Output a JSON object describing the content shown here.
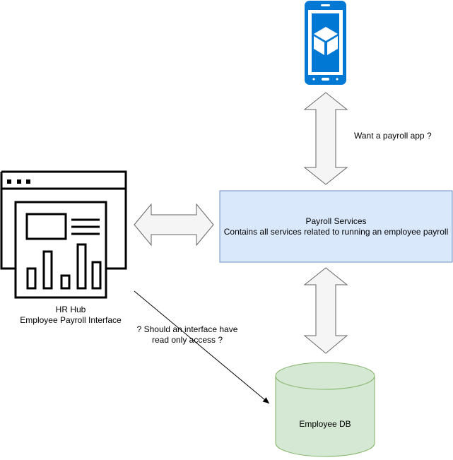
{
  "nodes": {
    "mobile_app": {
      "icon": "mobile-phone-icon"
    },
    "hr_hub": {
      "icon": "web-dashboard-icon",
      "title": "HR Hub",
      "subtitle": "Employee Payroll Interface"
    },
    "payroll_services": {
      "title": "Payroll Services",
      "subtitle": "Contains all services related to running an employee payroll",
      "fill": "#dae8fc",
      "stroke": "#6c8ebf"
    },
    "employee_db": {
      "title": "Employee DB",
      "fill": "#d5e8d4",
      "stroke": "#82b366"
    }
  },
  "edges": {
    "app_to_services": {
      "label": "Want a payroll app ?"
    },
    "db_to_hub": {
      "label_line1": "? Should an interface have",
      "label_line2": "read only access ?"
    }
  },
  "colors": {
    "phone_blue": "#0078d4",
    "arrow_fill": "#f5f5f5",
    "arrow_stroke": "#666666"
  }
}
